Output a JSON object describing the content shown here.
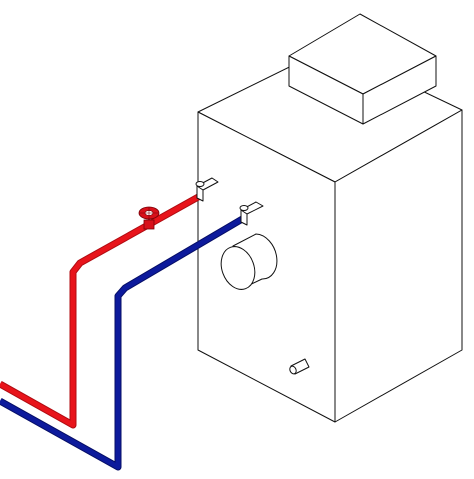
{
  "diagram": {
    "colors": {
      "background": "#ffffff",
      "outline": "#111111",
      "hot_pipe": "#e8141b",
      "hot_pipe_shadow": "#b00c12",
      "cold_pipe": "#0d1a9c",
      "cold_pipe_shadow": "#060e66",
      "valve": "#d8101a"
    },
    "components": [
      {
        "name": "boiler-cabinet",
        "icon": "isometric-box"
      },
      {
        "name": "top-unit",
        "icon": "isometric-box"
      },
      {
        "name": "hot-supply-pipe",
        "icon": "pipe"
      },
      {
        "name": "cold-return-pipe",
        "icon": "pipe"
      },
      {
        "name": "gate-valve",
        "icon": "handwheel-valve-icon"
      },
      {
        "name": "burner-port",
        "icon": "cylinder"
      },
      {
        "name": "drain-plug",
        "icon": "cylinder"
      }
    ]
  }
}
